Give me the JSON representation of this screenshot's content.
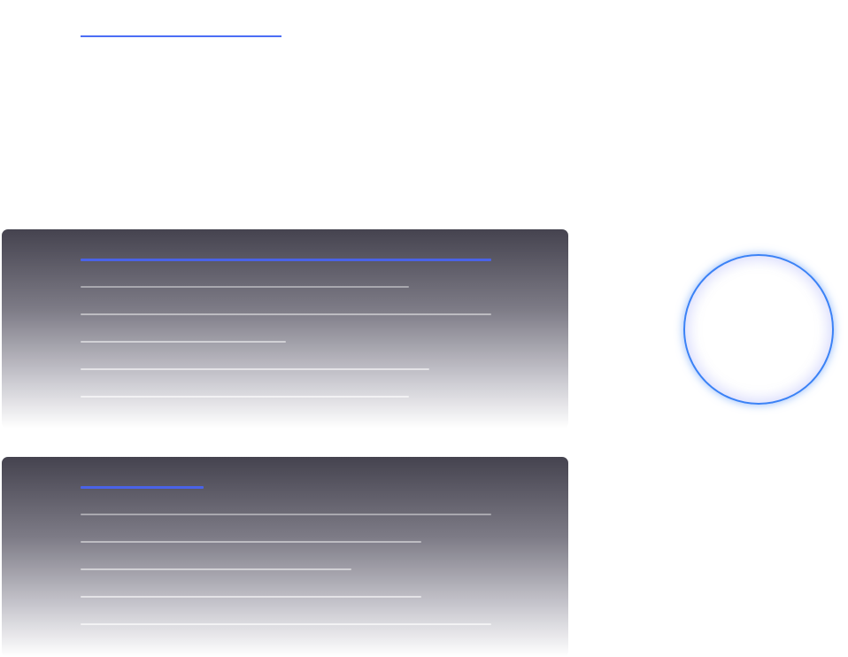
{
  "colors": {
    "accent": "#3b5bdb",
    "card_top": "#45434f",
    "card_bottom": "#ffffff",
    "circle_border": "#3b82f6"
  },
  "top_line": {
    "color": "#4c6ef5"
  },
  "cards": [
    {
      "id": "card-1",
      "lines": [
        {
          "accent": true,
          "level": 1.0
        },
        {
          "accent": false,
          "level": 0.8
        },
        {
          "accent": false,
          "level": 1.0
        },
        {
          "accent": false,
          "level": 0.5
        },
        {
          "accent": false,
          "level": 0.85
        },
        {
          "accent": false,
          "level": 0.8
        }
      ]
    },
    {
      "id": "card-2",
      "lines": [
        {
          "accent": true,
          "level": 0.3
        },
        {
          "accent": false,
          "level": 1.0
        },
        {
          "accent": false,
          "level": 0.83
        },
        {
          "accent": false,
          "level": 0.66
        },
        {
          "accent": false,
          "level": 0.83
        },
        {
          "accent": false,
          "level": 1.0
        }
      ]
    }
  ],
  "circle": {
    "icon": "circle-indicator-icon"
  }
}
